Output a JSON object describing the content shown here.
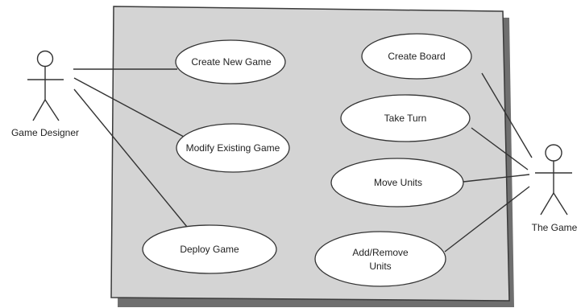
{
  "colors": {
    "system_fill": "#d4d4d4",
    "system_stroke": "#3a3a3a",
    "shadow": "#6f6f6f",
    "usecase_fill": "#ffffff",
    "line": "#333333",
    "text": "#222222"
  },
  "actors": {
    "game_designer": {
      "label": "Game Designer"
    },
    "the_game": {
      "label": "The Game"
    }
  },
  "use_cases": {
    "create_new_game": {
      "label": "Create New Game"
    },
    "modify_existing_game": {
      "label": "Modify Existing Game"
    },
    "deploy_game": {
      "label": "Deploy Game"
    },
    "create_board": {
      "label": "Create Board"
    },
    "take_turn": {
      "label": "Take Turn"
    },
    "move_units": {
      "label": "Move Units"
    },
    "add_remove_units": {
      "line1": "Add/Remove",
      "line2": "Units"
    }
  },
  "associations": [
    {
      "actor": "Game Designer",
      "use_case": "Create New Game"
    },
    {
      "actor": "Game Designer",
      "use_case": "Modify Existing Game"
    },
    {
      "actor": "Game Designer",
      "use_case": "Deploy Game"
    },
    {
      "actor": "The Game",
      "use_case": "Create Board"
    },
    {
      "actor": "The Game",
      "use_case": "Take Turn"
    },
    {
      "actor": "The Game",
      "use_case": "Move Units"
    },
    {
      "actor": "The Game",
      "use_case": "Add/Remove Units"
    }
  ]
}
